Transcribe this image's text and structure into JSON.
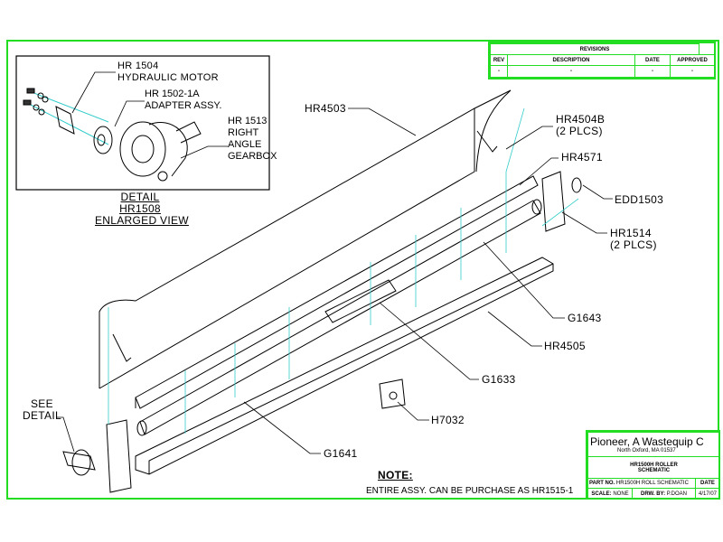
{
  "revisions": {
    "title": "REVISIONS",
    "headers": [
      "REV",
      "DESCRIPTION",
      "DATE",
      "APPROVED"
    ],
    "row": [
      "-",
      "-",
      "-",
      "-"
    ]
  },
  "detail": {
    "callouts": [
      {
        "part": "HR 1504",
        "desc": "HYDRAULIC MOTOR"
      },
      {
        "part": "HR 1502-1A",
        "desc": "ADAPTER ASSY."
      },
      {
        "part": "HR 1513",
        "desc": "RIGHT",
        "desc2": "ANGLE",
        "desc3": "GEARBOX"
      }
    ],
    "caption": [
      "DETAIL",
      "HR1508",
      "ENLARGED VIEW"
    ]
  },
  "callouts": {
    "hr4503": "HR4503",
    "hr4504b": "HR4504B",
    "hr4504b_qty": "(2 PLCS)",
    "hr4571": "HR4571",
    "edd1503": "EDD1503",
    "hr1514": "HR1514",
    "hr1514_qty": "(2 PLCS)",
    "g1643": "G1643",
    "hr4505": "HR4505",
    "g1633": "G1633",
    "h7032": "H7032",
    "g1641": "G1641",
    "see_detail": [
      "SEE",
      "DETAIL"
    ]
  },
  "note": {
    "title": "NOTE:",
    "text": "ENTIRE ASSY. CAN BE PURCHASE AS HR1515-1"
  },
  "title_block": {
    "company": "Pioneer, A Wastequip C",
    "address": "North Oxford, MA     01537",
    "drawing_title": [
      "HR1500H ROLLER",
      "SCHEMATIC"
    ],
    "part_no_label": "PART NO.",
    "part_no": "HR1500H ROLL SCHEMATIC",
    "date_label": "DATE",
    "scale_label": "SCALE:",
    "scale": "NONE",
    "drawn_by_label": "DRW. BY:",
    "drawn_by": "P.DOAN",
    "date": "4/17/07"
  },
  "colors": {
    "border": "#22dd22",
    "centerline": "#33cccc",
    "line": "#000000"
  }
}
